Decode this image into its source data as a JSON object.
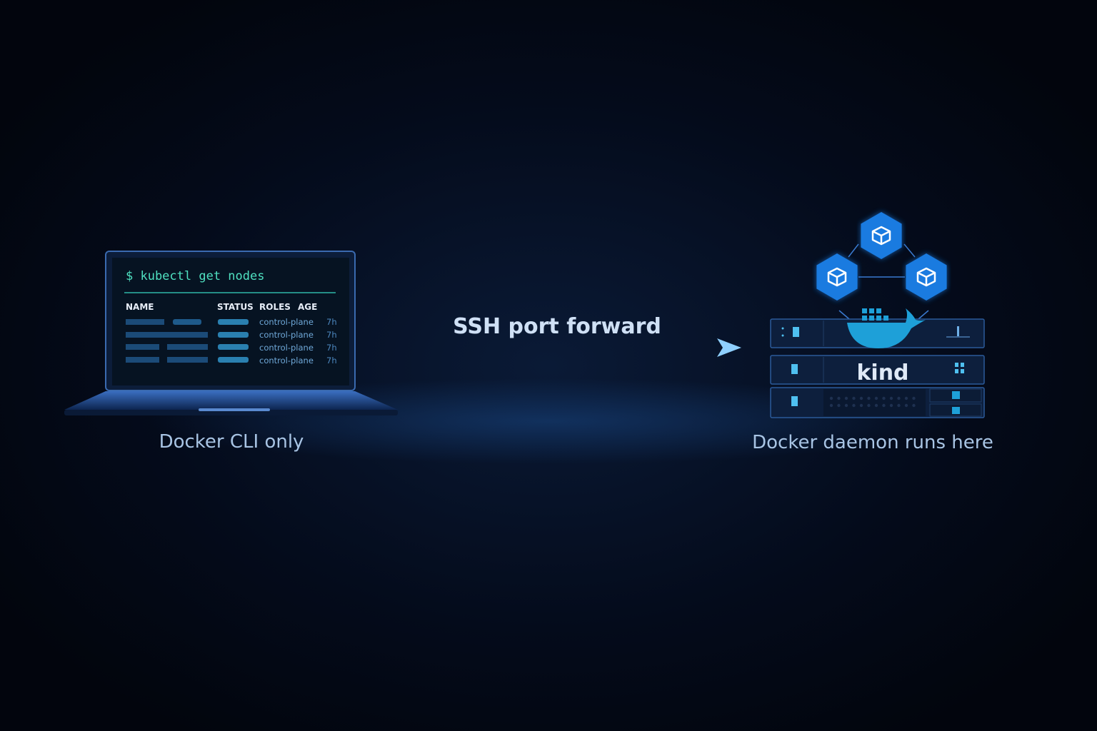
{
  "client": {
    "caption": "Docker CLI only",
    "terminal": {
      "command": "$ kubectl get nodes",
      "headers": [
        "NAME",
        "STATUS",
        "ROLES",
        "AGE"
      ],
      "rows": [
        {
          "role": "control-plane",
          "age": "7h"
        },
        {
          "role": "control-plane",
          "age": "7h"
        },
        {
          "role": "control-plane",
          "age": "7h"
        },
        {
          "role": "control-plane",
          "age": "7h"
        }
      ]
    }
  },
  "connection": {
    "label": "SSH port forward"
  },
  "server": {
    "label": "kind",
    "caption": "Docker daemon runs here"
  },
  "colors": {
    "background": "#02060f",
    "accent": "#1a7be0",
    "terminal_text": "#4fe0c0",
    "docker_whale": "#1ea0d8"
  }
}
